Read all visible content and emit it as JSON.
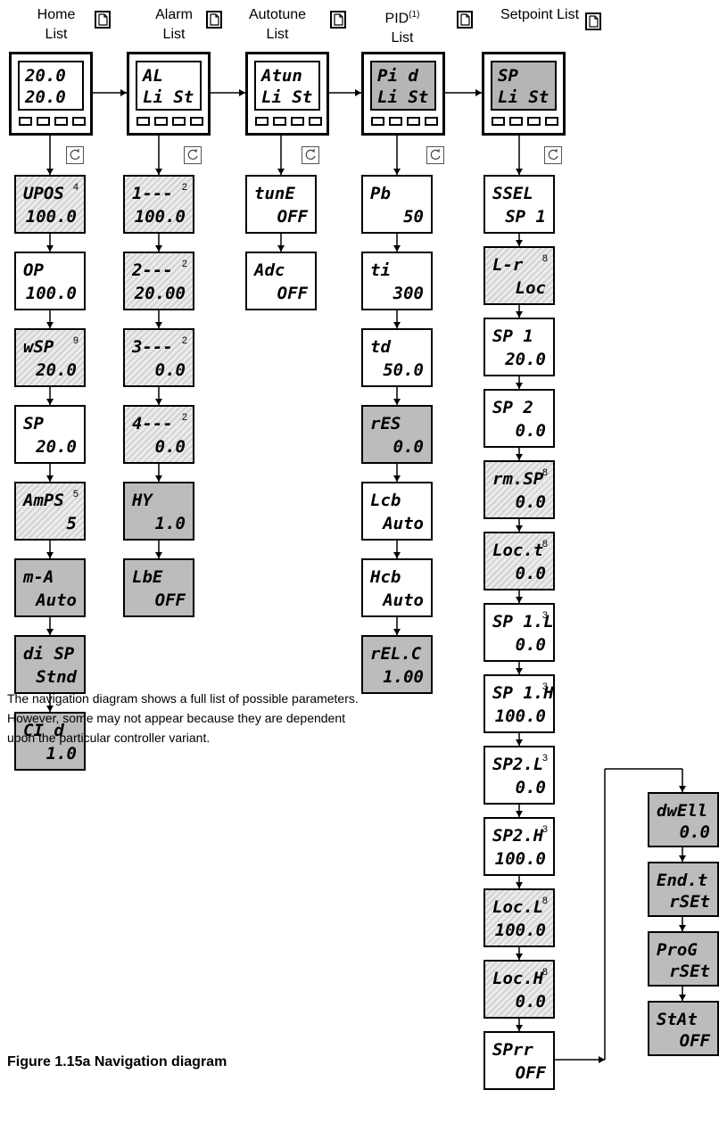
{
  "columns": [
    {
      "title1": "Home",
      "title2": "List",
      "title_sup": "",
      "header_top": "20.0",
      "header_bottom": "20.0"
    },
    {
      "title1": "Alarm",
      "title2": "List",
      "title_sup": "",
      "header_top": "AL",
      "header_bottom": "Li St"
    },
    {
      "title1": "Autotune",
      "title2": "List",
      "title_sup": "",
      "header_top": "Atun",
      "header_bottom": "Li St"
    },
    {
      "title1": "PID",
      "title2": "List",
      "title_sup": "(1)",
      "header_top": "Pi d",
      "header_bottom": "Li St"
    },
    {
      "title1": "Setpoint List",
      "title2": "",
      "title_sup": "",
      "header_top": "SP",
      "header_bottom": "Li St"
    }
  ],
  "home_params": [
    {
      "top": "UPOS",
      "bottom": "100.0",
      "note": "4",
      "style": "hatch"
    },
    {
      "top": "OP",
      "bottom": "100.0",
      "note": "",
      "style": "white"
    },
    {
      "top": "wSP",
      "bottom": "20.0",
      "note": "9",
      "style": "hatch"
    },
    {
      "top": "SP",
      "bottom": "20.0",
      "note": "",
      "style": "white"
    },
    {
      "top": "AmPS",
      "bottom": "5",
      "note": "5",
      "style": "hatch"
    },
    {
      "top": "m-A",
      "bottom": "Auto",
      "note": "",
      "style": "gray"
    },
    {
      "top": "di SP",
      "bottom": "Stnd",
      "note": "",
      "style": "gray"
    },
    {
      "top": "CI d",
      "bottom": "1.0",
      "note": "",
      "style": "gray"
    }
  ],
  "alarm_params": [
    {
      "top": "1---",
      "bottom": "100.0",
      "note": "2",
      "style": "hatch"
    },
    {
      "top": "2---",
      "bottom": "20.00",
      "note": "2",
      "style": "hatch"
    },
    {
      "top": "3---",
      "bottom": "0.0",
      "note": "2",
      "style": "hatch"
    },
    {
      "top": "4---",
      "bottom": "0.0",
      "note": "2",
      "style": "hatch"
    },
    {
      "top": "HY",
      "bottom": "1.0",
      "note": "",
      "style": "gray"
    },
    {
      "top": "LbE",
      "bottom": "OFF",
      "note": "",
      "style": "gray"
    }
  ],
  "autotune_params": [
    {
      "top": "tunE",
      "bottom": "OFF",
      "note": "",
      "style": "white"
    },
    {
      "top": "Adc",
      "bottom": "OFF",
      "note": "",
      "style": "white"
    }
  ],
  "pid_params": [
    {
      "top": "Pb",
      "bottom": "50",
      "note": "",
      "style": "white"
    },
    {
      "top": "ti",
      "bottom": "300",
      "note": "",
      "style": "white"
    },
    {
      "top": "td",
      "bottom": "50.0",
      "note": "",
      "style": "white"
    },
    {
      "top": "rES",
      "bottom": "0.0",
      "note": "",
      "style": "gray"
    },
    {
      "top": "Lcb",
      "bottom": "Auto",
      "note": "",
      "style": "white"
    },
    {
      "top": "Hcb",
      "bottom": "Auto",
      "note": "",
      "style": "white"
    },
    {
      "top": "rEL.C",
      "bottom": "1.00",
      "note": "",
      "style": "gray"
    }
  ],
  "sp_params": [
    {
      "top": "SSEL",
      "bottom": "SP 1",
      "note": "",
      "style": "white"
    },
    {
      "top": "L-r",
      "bottom": "Loc",
      "note": "8",
      "style": "hatch"
    },
    {
      "top": "SP 1",
      "bottom": "20.0",
      "note": "",
      "style": "white"
    },
    {
      "top": "SP 2",
      "bottom": "0.0",
      "note": "",
      "style": "white"
    },
    {
      "top": "rm.SP",
      "bottom": "0.0",
      "note": "8",
      "style": "hatch"
    },
    {
      "top": "Loc.t",
      "bottom": "0.0",
      "note": "8",
      "style": "hatch"
    },
    {
      "top": "SP 1.L",
      "bottom": "0.0",
      "note": "3",
      "style": "white"
    },
    {
      "top": "SP 1.H",
      "bottom": "100.0",
      "note": "3",
      "style": "white"
    },
    {
      "top": "SP2.L",
      "bottom": "0.0",
      "note": "3",
      "style": "white"
    },
    {
      "top": "SP2.H",
      "bottom": "100.0",
      "note": "3",
      "style": "white"
    },
    {
      "top": "Loc.L",
      "bottom": "100.0",
      "note": "8",
      "style": "hatch"
    },
    {
      "top": "Loc.H",
      "bottom": "0.0",
      "note": "8",
      "style": "hatch"
    },
    {
      "top": "SPrr",
      "bottom": "OFF",
      "note": "",
      "style": "white"
    }
  ],
  "sp2_params": [
    {
      "top": "dwEll",
      "bottom": "0.0",
      "note": "",
      "style": "gray"
    },
    {
      "top": "End.t",
      "bottom": "rSEt",
      "note": "",
      "style": "gray"
    },
    {
      "top": "ProG",
      "bottom": "rSEt",
      "note": "",
      "style": "gray"
    },
    {
      "top": "StAt",
      "bottom": "OFF",
      "note": "",
      "style": "gray"
    }
  ],
  "note": "The navigation diagram shows a full list of possible parameters.  However, some may not appear because they are dependent upon the particular controller variant.",
  "caption": "Figure 1.15a   Navigation diagram"
}
